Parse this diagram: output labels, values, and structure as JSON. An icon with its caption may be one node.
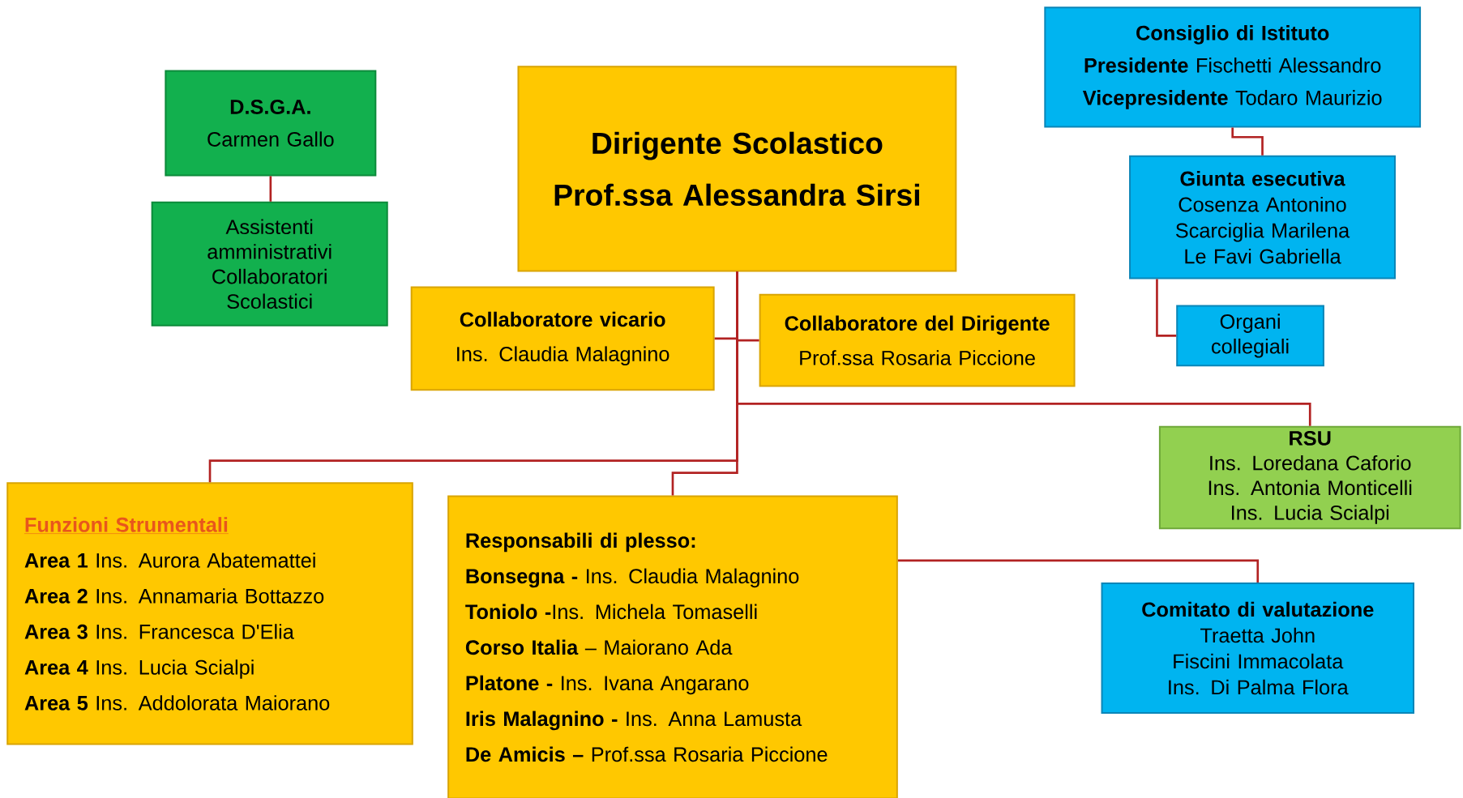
{
  "diagram": {
    "nodes": [
      {
        "text": [
          "D.S.G.A.",
          "Carmen Gallo"
        ]
      },
      {
        "text": [
          "Assistenti amministrativi",
          "Collaboratori Scolastici"
        ]
      },
      {
        "text": [
          "Dirigente Scolastico",
          "Prof.ssa Alessandra Sirsi"
        ]
      },
      {
        "text": [
          "Consiglio di Istituto",
          "**Presidente** Fischetti Alessandro",
          "**Vicepresidente** Todaro Maurizio"
        ]
      },
      {
        "text": [
          "Giunta esecutiva",
          "Cosenza Antonino",
          "Scarciglia Marilena",
          "Le Favi Gabriella"
        ]
      },
      {
        "text": [
          "Organi collegiali"
        ]
      },
      {
        "text": [
          "Collaboratore vicario",
          "Ins. Claudia Malagnino"
        ]
      },
      {
        "text": [
          "Collaboratore del Dirigente",
          "Prof.ssa Rosaria Piccione"
        ]
      },
      {
        "text": [
          "RSU",
          "Ins. Loredana Caforio",
          "Ins. Antonia Monticelli",
          "Ins. Lucia Scialpi"
        ]
      },
      {
        "text": [
          "Funzioni Strumentali",
          "**Area 1** Ins. Aurora Abatemattei",
          "**Area 2** Ins. Annamaria Bottazzo",
          "**Area 3** Ins. Francesca D'Elia",
          "**Area 4** Ins. Lucia Scialpi",
          "**Area 5** Ins. Addolorata Maiorano"
        ]
      },
      {
        "text": [
          "Responsabili di plesso:",
          "**Bonsegna -** Ins. Claudia Malagnino",
          "**Toniolo -**Ins. Michela Tomaselli",
          "**Corso Italia** – Maiorano Ada",
          "**Platone -** Ins. Ivana Angarano",
          "**Iris Malagnino -** Ins. Anna Lamusta",
          "**De Amicis –** Prof.ssa Rosaria Piccione"
        ]
      },
      {
        "text": [
          "Comitato di valutazione",
          "Traetta John",
          "Fiscini Immacolata",
          "Ins. Di Palma Flora"
        ]
      }
    ],
    "edges": [
      {
        "from": 0,
        "to": 1,
        "arrow": "none"
      },
      {
        "from": 3,
        "to": 4,
        "arrow": "none"
      },
      {
        "from": 4,
        "to": 5,
        "arrow": "none"
      },
      {
        "from": 2,
        "to": 6,
        "arrow": "none"
      },
      {
        "from": 2,
        "to": 7,
        "arrow": "none"
      },
      {
        "from": 2,
        "to": 8,
        "arrow": "none"
      },
      {
        "from": 2,
        "to": 9,
        "arrow": "none"
      },
      {
        "from": 2,
        "to": 10,
        "arrow": "none"
      },
      {
        "from": 10,
        "to": 11,
        "arrow": "none"
      }
    ]
  }
}
